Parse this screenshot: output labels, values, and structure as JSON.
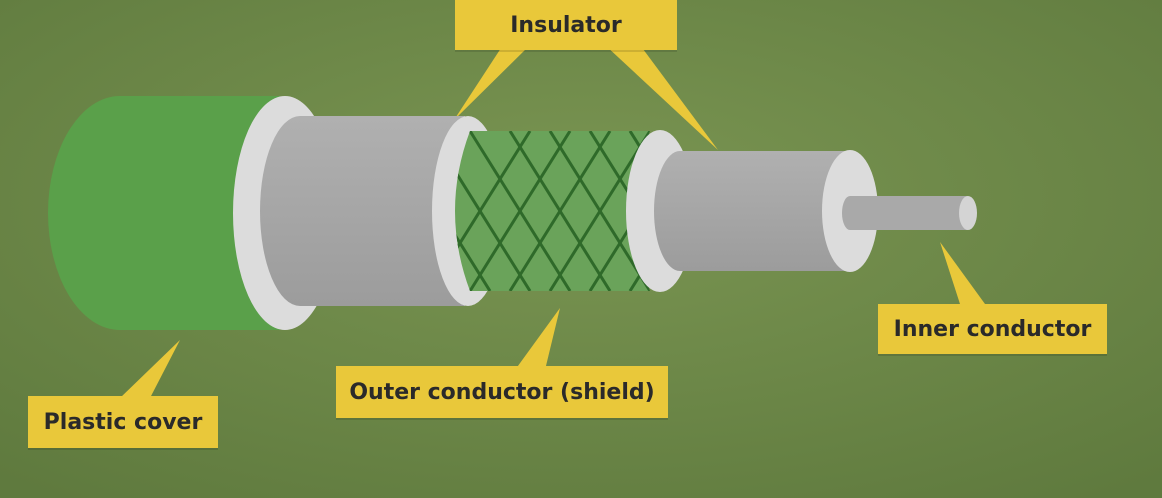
{
  "diagram": {
    "title": "",
    "labels": {
      "insulator": "Insulator",
      "plastic_cover": "Plastic cover",
      "outer_conductor": "Outer conductor (shield)",
      "inner_conductor": "Inner conductor"
    },
    "colors": {
      "background": "#6f8a4b",
      "plastic_cover": "#5aa04a",
      "insulator_gray": "#a9a9a9",
      "insulator_ring": "#dcdcdc",
      "shield_mesh": "#6aa35a",
      "shield_lines": "#2f6a2a",
      "label_fill": "#e9c83a"
    }
  }
}
